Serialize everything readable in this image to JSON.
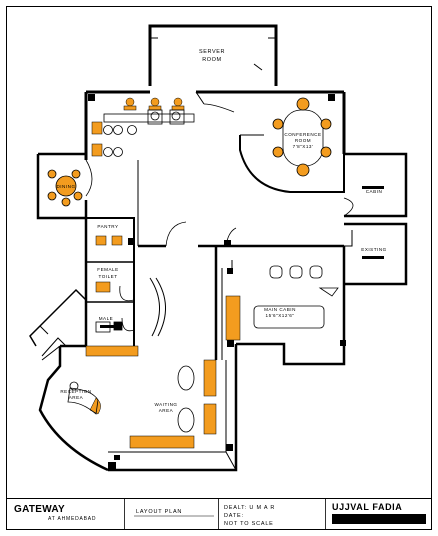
{
  "drawing": {
    "rooms": {
      "server": [
        "SERVER",
        "ROOM"
      ],
      "conference": [
        "CONFERENCE",
        "ROOM",
        "7'8\"X13'"
      ],
      "dining": "DINING",
      "cabin": "CABIN",
      "existing": "EXISTING",
      "pantry": "PANTRY",
      "female_toilet": [
        "FEMALE",
        "TOILET"
      ],
      "male": "MALE",
      "main_cabin": [
        "MAIN CABIN",
        "15'6\"X12'6\""
      ],
      "reception": [
        "RECEPTION",
        "AREA"
      ],
      "waiting": [
        "WAITING",
        "AREA"
      ]
    },
    "colors": {
      "furniture": "#f39c1f",
      "wall": "#000000",
      "background": "#ffffff"
    }
  },
  "title_block": {
    "project": "GATEWAY",
    "location": "AT AHMEDABAD",
    "sheet": "LAYOUT PLAN",
    "dealt": "DEALT: U M A R",
    "date": "DATE:",
    "scale": "NOT TO SCALE",
    "author": "UJJVAL FADIA"
  }
}
